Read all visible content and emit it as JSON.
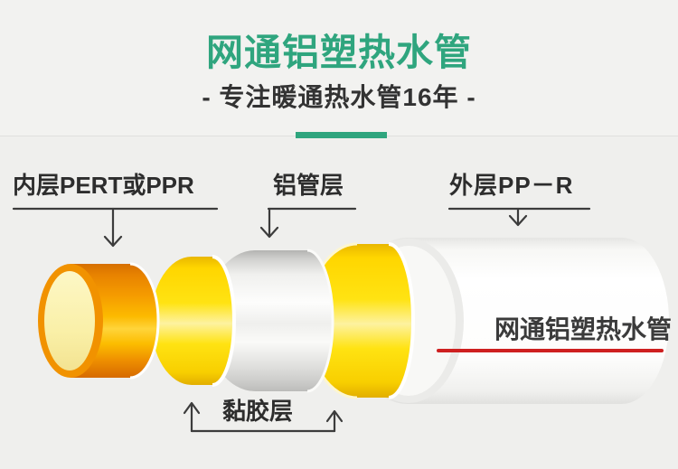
{
  "header": {
    "title": "网通铝塑热水管",
    "subtitle": "- 专注暖通热水管16年 -"
  },
  "diagram": {
    "label_inner": "内层PERT或PPR",
    "label_aluminum": "铝管层",
    "label_outer": "外层PP－R",
    "label_adhesive": "黏胶层",
    "pipe_brand_text": "网通铝塑热水管"
  },
  "colors": {
    "brand_green": "#2fa57e",
    "heading_text": "#333333",
    "callout_text": "#2d2d2d",
    "red_underline": "#ce2020",
    "inner_core_orange": "#f59c00",
    "core_face_cream": "#fbf3b0",
    "adhesive_yellow": "#ffdf00",
    "aluminum_silver": "#ededeb",
    "outer_pipe_white": "#ffffff",
    "background": "#efefed"
  }
}
